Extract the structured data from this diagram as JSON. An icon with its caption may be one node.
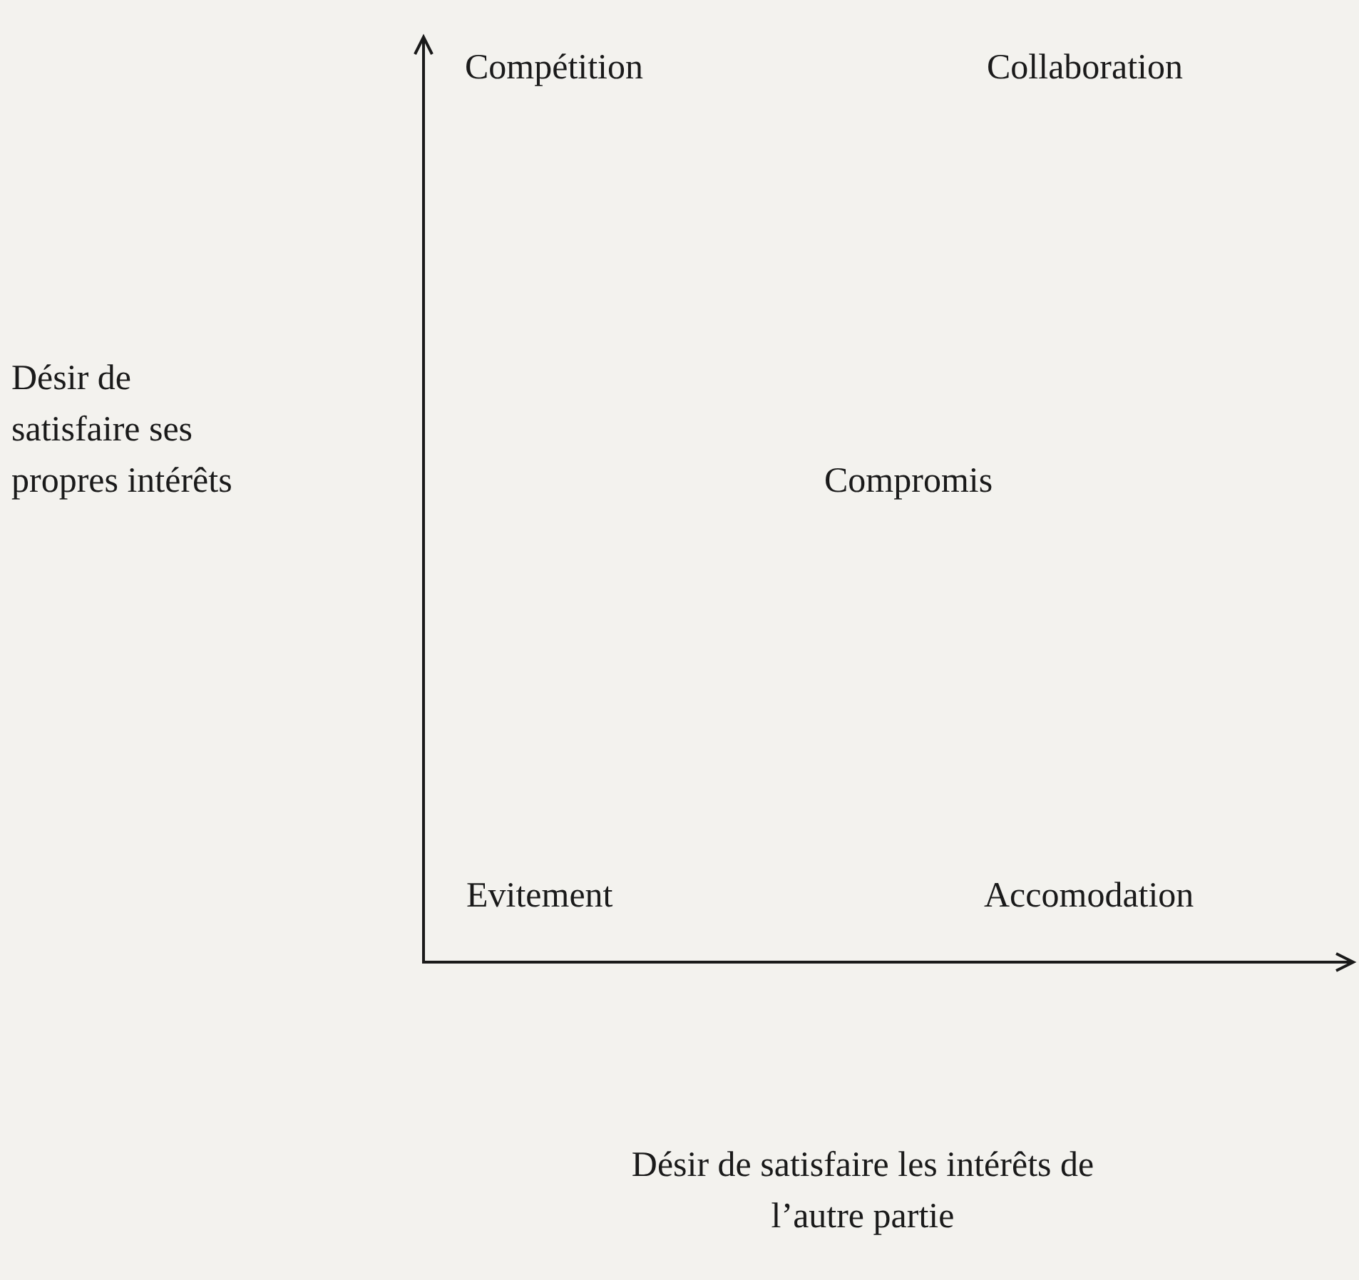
{
  "diagram": {
    "labels": [
      "Compétition",
      "Collaboration",
      "Désir de satisfaire ses propres intérêts",
      "Compromis",
      "Evitement",
      "Accomodation",
      "Désir de satisfaire les intérêts de l’autre partie"
    ]
  }
}
